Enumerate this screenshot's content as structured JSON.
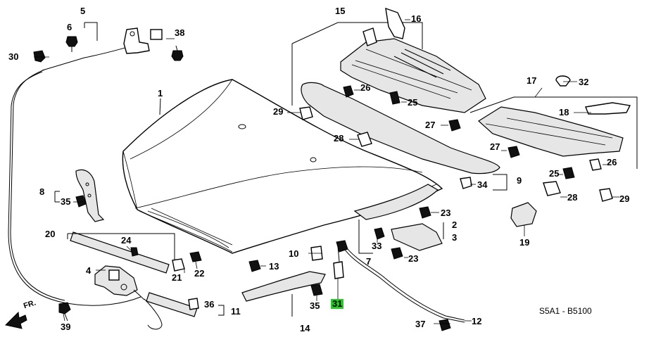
{
  "diagram": {
    "labels": [
      {
        "id": "1",
        "text": "1"
      },
      {
        "id": "2",
        "text": "2"
      },
      {
        "id": "3",
        "text": "3"
      },
      {
        "id": "4",
        "text": "4"
      },
      {
        "id": "5",
        "text": "5"
      },
      {
        "id": "6",
        "text": "6"
      },
      {
        "id": "7",
        "text": "7"
      },
      {
        "id": "8",
        "text": "8"
      },
      {
        "id": "9",
        "text": "9"
      },
      {
        "id": "10",
        "text": "10"
      },
      {
        "id": "11",
        "text": "11"
      },
      {
        "id": "12",
        "text": "12"
      },
      {
        "id": "13",
        "text": "13"
      },
      {
        "id": "14",
        "text": "14"
      },
      {
        "id": "15",
        "text": "15"
      },
      {
        "id": "16",
        "text": "16"
      },
      {
        "id": "17",
        "text": "17"
      },
      {
        "id": "18",
        "text": "18"
      },
      {
        "id": "19",
        "text": "19"
      },
      {
        "id": "20",
        "text": "20"
      },
      {
        "id": "21",
        "text": "21"
      },
      {
        "id": "22",
        "text": "22"
      },
      {
        "id": "23a",
        "text": "23"
      },
      {
        "id": "23b",
        "text": "23"
      },
      {
        "id": "24",
        "text": "24"
      },
      {
        "id": "25a",
        "text": "25"
      },
      {
        "id": "25b",
        "text": "25"
      },
      {
        "id": "26a",
        "text": "26"
      },
      {
        "id": "26b",
        "text": "26"
      },
      {
        "id": "27a",
        "text": "27"
      },
      {
        "id": "27b",
        "text": "27"
      },
      {
        "id": "28a",
        "text": "28"
      },
      {
        "id": "28b",
        "text": "28"
      },
      {
        "id": "29a",
        "text": "29"
      },
      {
        "id": "29b",
        "text": "29"
      },
      {
        "id": "30",
        "text": "30"
      },
      {
        "id": "31",
        "text": "31",
        "highlighted": true
      },
      {
        "id": "32",
        "text": "32"
      },
      {
        "id": "33",
        "text": "33"
      },
      {
        "id": "34",
        "text": "34"
      },
      {
        "id": "35a",
        "text": "35"
      },
      {
        "id": "35b",
        "text": "35"
      },
      {
        "id": "36",
        "text": "36"
      },
      {
        "id": "37",
        "text": "37"
      },
      {
        "id": "38",
        "text": "38"
      },
      {
        "id": "39",
        "text": "39"
      }
    ],
    "diagram_code": "S5A1 - B5100",
    "direction_marker": "FR."
  },
  "colors": {
    "highlight": "#22cc22",
    "line": "#000000",
    "background": "#ffffff"
  }
}
